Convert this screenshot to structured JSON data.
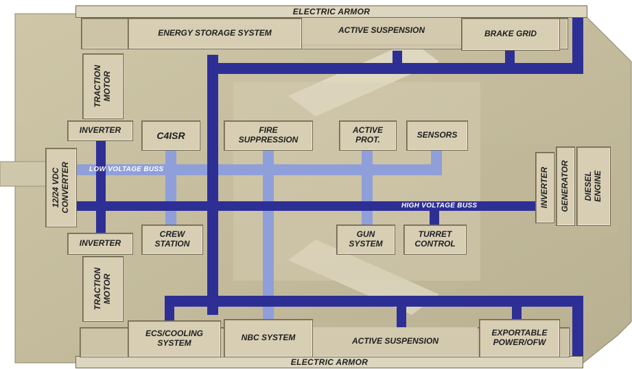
{
  "colors": {
    "hull": "#c9c0a2",
    "hull_dark": "#a89f83",
    "box": "#d7ceb4",
    "high_voltage_bus": "#2e2f95",
    "low_voltage_bus": "#8f9fd9"
  },
  "armor": {
    "top": "ELECTRIC ARMOR",
    "bottom": "ELECTRIC ARMOR"
  },
  "components": {
    "energy_storage": "ENERGY STORAGE SYSTEM",
    "active_suspension_top": "ACTIVE SUSPENSION",
    "brake_grid": "BRAKE GRID",
    "traction_motor_top": "TRACTION\nMOTOR",
    "inverter_top": "INVERTER",
    "c4isr": "C4ISR",
    "fire_suppression": "FIRE\nSUPPRESSION",
    "active_prot": "ACTIVE\nPROT.",
    "sensors": "SENSORS",
    "converter": "12/24 VDC\nCONVERTER",
    "crew_station": "CREW\nSTATION",
    "gun_system": "GUN\nSYSTEM",
    "turret_control": "TURRET\nCONTROL",
    "inverter_right": "INVERTER",
    "generator": "GENERATOR",
    "diesel_engine": "DIESEL\nENGINE",
    "inverter_bottom": "INVERTER",
    "traction_motor_bottom": "TRACTION\nMOTOR",
    "ecs_cooling": "ECS/COOLING\nSYSTEM",
    "nbc_system": "NBC SYSTEM",
    "active_suspension_bottom": "ACTIVE SUSPENSION",
    "exportable_power": "EXPORTABLE\nPOWER/OFW"
  },
  "buses": {
    "low_voltage": "LOW VOLTAGE BUSS",
    "high_voltage": "HIGH VOLTAGE BUSS"
  }
}
